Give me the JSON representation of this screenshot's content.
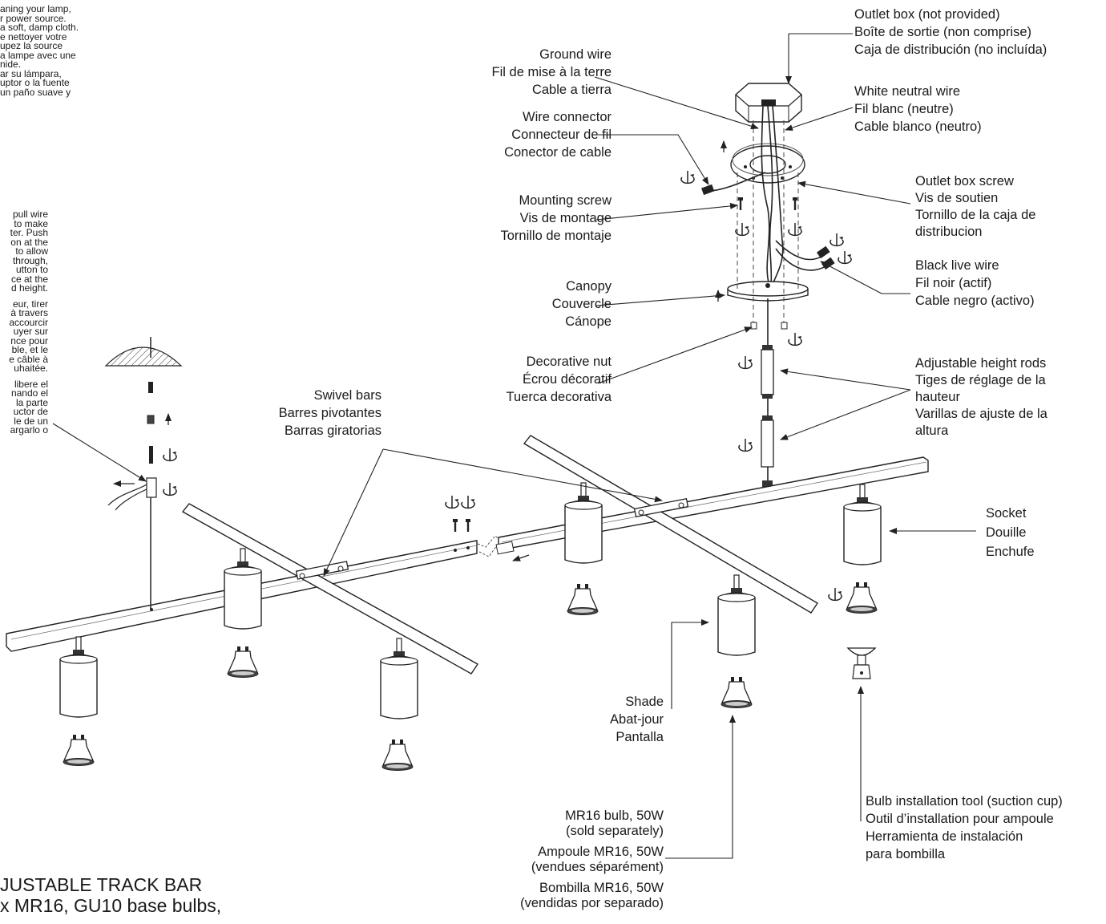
{
  "left_fragments": {
    "cleaning": [
      "aning your lamp,",
      "r power source.",
      "a soft, damp cloth.",
      "e nettoyer votre",
      "upez la source",
      "a lampe avec une",
      "nide.",
      "ar su lámpara,",
      "uptor o la fuente",
      "un paño suave y"
    ],
    "height": [
      "pull wire",
      "to make",
      "ter. Push",
      "on at the",
      "to allow",
      "through,",
      "utton to",
      "ce at the",
      "d height.",
      "",
      "eur, tirer",
      "à travers",
      "accourcir",
      "uyer sur",
      "nce pour",
      "ble, et le",
      "e câble à",
      "uhaitée.",
      "",
      "libere el",
      "nando el",
      "la parte",
      "uctor de",
      "le de un",
      "argarlo o"
    ]
  },
  "labels": {
    "outlet_box": [
      "Outlet box (not provided)",
      "Boîte de sortie (non comprise)",
      "Caja de distribución (no incluída)"
    ],
    "ground_wire": [
      "Ground wire",
      "Fil de mise à la terre",
      "Cable a tierra"
    ],
    "white_wire": [
      "White neutral wire",
      "Fil blanc (neutre)",
      "Cable blanco (neutro)"
    ],
    "wire_connector": [
      "Wire connector",
      "Connecteur de fil",
      "Conector de cable"
    ],
    "outlet_screw": [
      "Outlet box screw",
      "Vis de soutien",
      "Tornillo de la caja de",
      "distribucion"
    ],
    "mounting_screw": [
      "Mounting screw",
      "Vis de montage",
      "Tornillo de montaje"
    ],
    "black_wire": [
      "Black live wire",
      "Fil noir (actif)",
      "Cable negro (activo)"
    ],
    "canopy": [
      "Canopy",
      "Couvercle",
      "Cánope"
    ],
    "decorative_nut": [
      "Decorative nut",
      "Écrou décoratif",
      "Tuerca decorativa"
    ],
    "height_rods": [
      "Adjustable height rods",
      "Tiges de réglage de la",
      "hauteur",
      "Varillas de ajuste de la",
      "altura"
    ],
    "swivel_bars": [
      "Swivel bars",
      "Barres pivotantes",
      "Barras giratorias"
    ],
    "socket": [
      "Socket",
      "Douille",
      "Enchufe"
    ],
    "shade": [
      "Shade",
      "Abat-jour",
      "Pantalla"
    ],
    "bulb": [
      "MR16 bulb, 50W",
      "(sold separately)",
      "",
      "Ampoule MR16, 50W",
      "(vendues séparément)",
      "",
      "Bombilla MR16, 50W",
      "(vendidas por separado)"
    ],
    "tool": [
      "Bulb installation tool (suction cup)",
      "Outil d’installation pour ampoule",
      "Herramienta de instalación",
      "para bombilla"
    ]
  },
  "title": [
    "JUSTABLE TRACK BAR",
    "x MR16, GU10 base bulbs,"
  ]
}
